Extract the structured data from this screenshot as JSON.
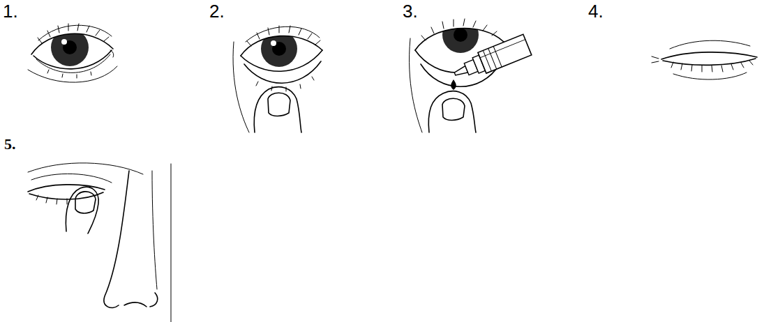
{
  "diagram": {
    "labels": [
      "1.",
      "2.",
      "3.",
      "4.",
      "5."
    ]
  }
}
